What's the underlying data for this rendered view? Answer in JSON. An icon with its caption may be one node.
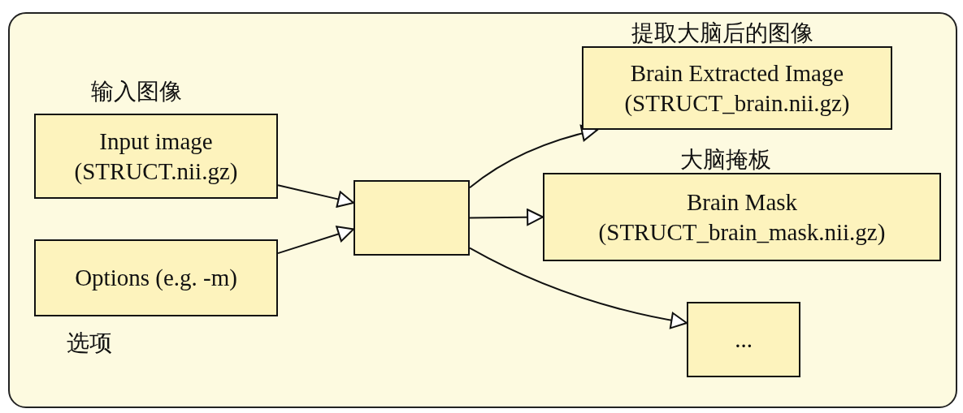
{
  "diagram": {
    "nodes": [
      {
        "text": [
          "Input image (STRUCT.nii.gz)"
        ],
        "beside": [
          "输入图像"
        ]
      },
      {
        "text": [
          "Options (e.g. -m)"
        ],
        "beside": [
          "选项"
        ]
      },
      {
        "text": [],
        "shape": "box"
      },
      {
        "text": [
          "Brain Extracted Image (STRUCT_brain.nii.gz)"
        ],
        "beside": [
          "提取大脑后的图像"
        ]
      },
      {
        "text": [
          "Brain Mask (STRUCT_brain_mask.nii.gz)"
        ],
        "beside": [
          "大脑掩板"
        ]
      },
      {
        "text": [
          "..."
        ]
      }
    ],
    "edges": [
      {
        "from": 0,
        "to": 2,
        "arrow": "to"
      },
      {
        "from": 1,
        "to": 2,
        "arrow": "to"
      },
      {
        "from": 2,
        "to": 3,
        "arrow": "to"
      },
      {
        "from": 2,
        "to": 4,
        "arrow": "to"
      },
      {
        "from": 2,
        "to": 5,
        "arrow": "to"
      }
    ]
  }
}
